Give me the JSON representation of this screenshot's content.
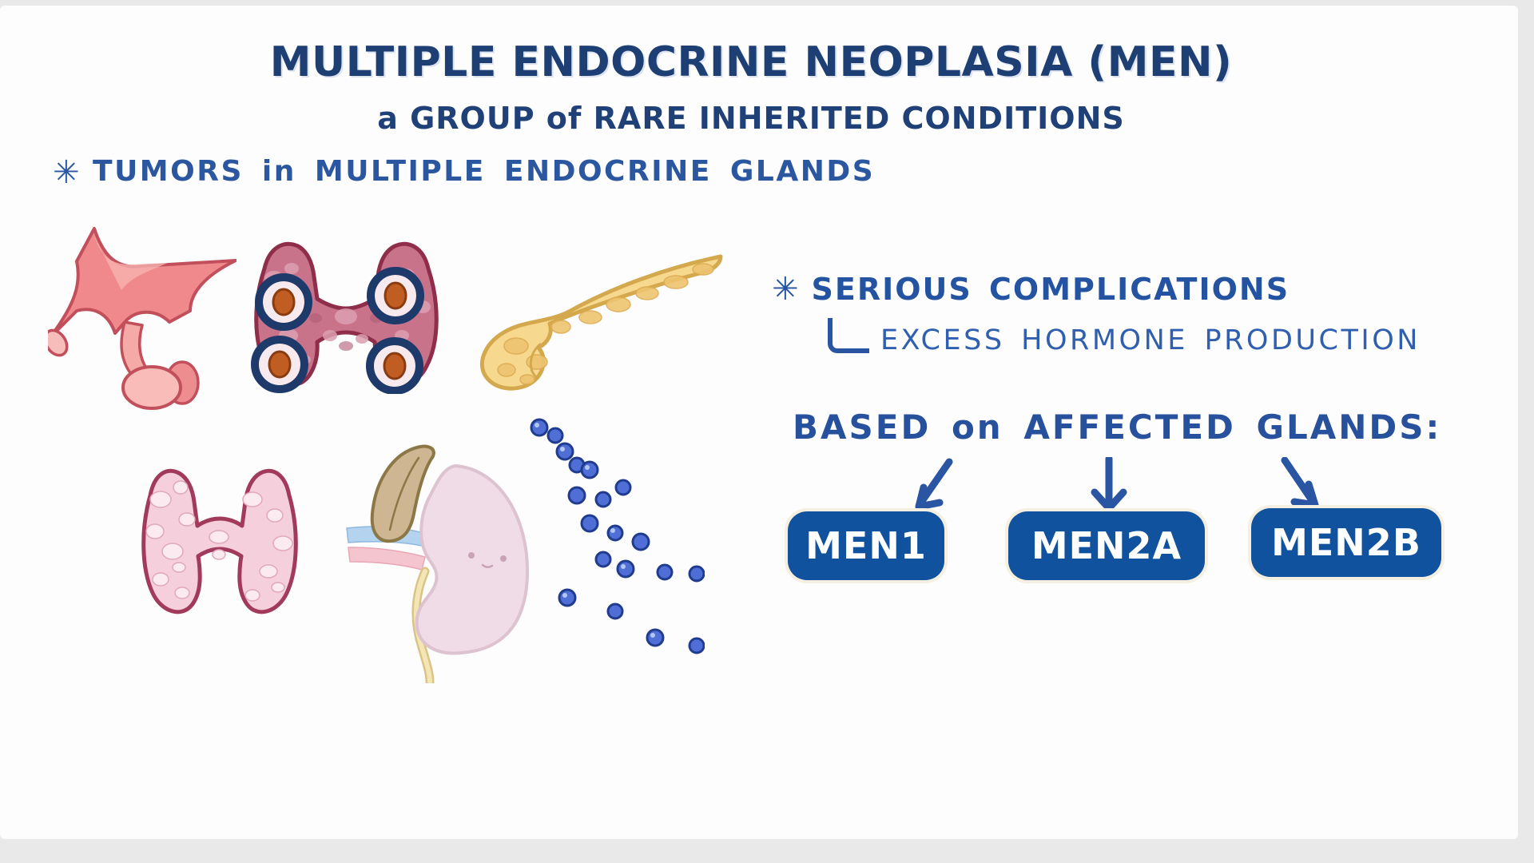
{
  "canvas": {
    "background": "#fdfdfd",
    "frame": "#e9e9e9"
  },
  "palette": {
    "title_navy": "#1e3f74",
    "text_blue": "#2a55a3",
    "badge_blue": "#11529e",
    "badge_text": "#ffffff",
    "arrow_blue": "#2a55a3"
  },
  "header": {
    "title": "MULTIPLE ENDOCRINE NEOPLASIA (MEN)",
    "subtitle": "a GROUP of RARE INHERITED CONDITIONS"
  },
  "facts": {
    "tumors": {
      "marker": "✳",
      "text": "TUMORS in MULTIPLE ENDOCRINE GLANDS"
    },
    "complications": {
      "marker": "✳",
      "text": "SERIOUS COMPLICATIONS"
    },
    "excess_hormone": {
      "text": "EXCESS HORMONE PRODUCTION"
    }
  },
  "classification": {
    "heading": "BASED on AFFECTED GLANDS:",
    "types": [
      {
        "label": "MEN1"
      },
      {
        "label": "MEN2A"
      },
      {
        "label": "MEN2B"
      }
    ]
  },
  "illustrations": [
    {
      "name": "pituitary-gland"
    },
    {
      "name": "thyroid-with-circled-parathyroid-glands"
    },
    {
      "name": "pancreas-releasing-hormone-dots"
    },
    {
      "name": "thyroid-gland"
    },
    {
      "name": "kidney-with-adrenal-gland"
    }
  ]
}
